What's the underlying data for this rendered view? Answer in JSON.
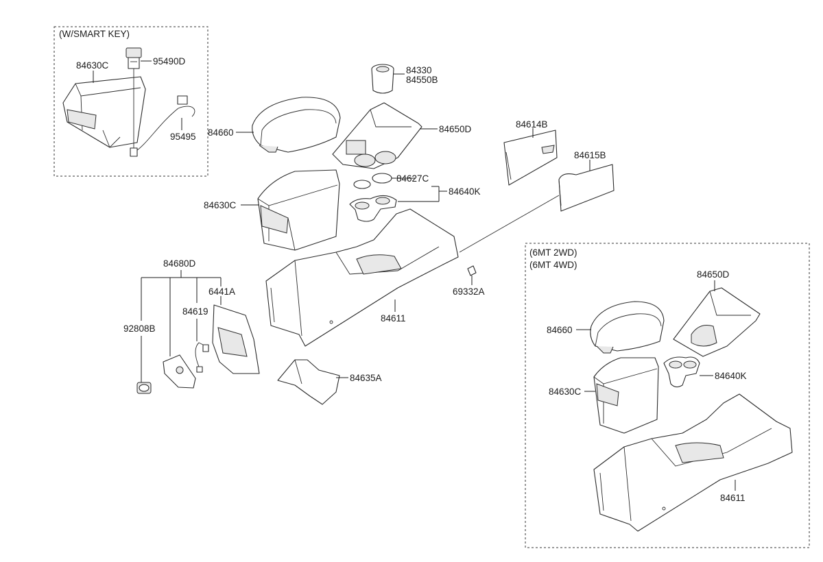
{
  "groups": {
    "smart_key": "(W/SMART KEY)",
    "mt_2wd": "(6MT 2WD)",
    "mt_4wd": "(6MT 4WD)"
  },
  "labels": {
    "sk_84630C": "84630C",
    "sk_95490D": "95490D",
    "sk_95495": "95495",
    "p84330": "84330",
    "p84550B": "84550B",
    "p84660": "84660",
    "p84650D": "84650D",
    "p84614B": "84614B",
    "p84615B": "84615B",
    "p84627C": "84627C",
    "p84640K": "84640K",
    "p84630C": "84630C",
    "p84680D": "84680D",
    "p6441A": "6441A",
    "p84619": "84619",
    "p92808B": "92808B",
    "p69332A": "69332A",
    "p84611": "84611",
    "p84635A": "84635A",
    "mt_84650D": "84650D",
    "mt_84660": "84660",
    "mt_84640K": "84640K",
    "mt_84630C": "84630C",
    "mt_84611": "84611"
  }
}
